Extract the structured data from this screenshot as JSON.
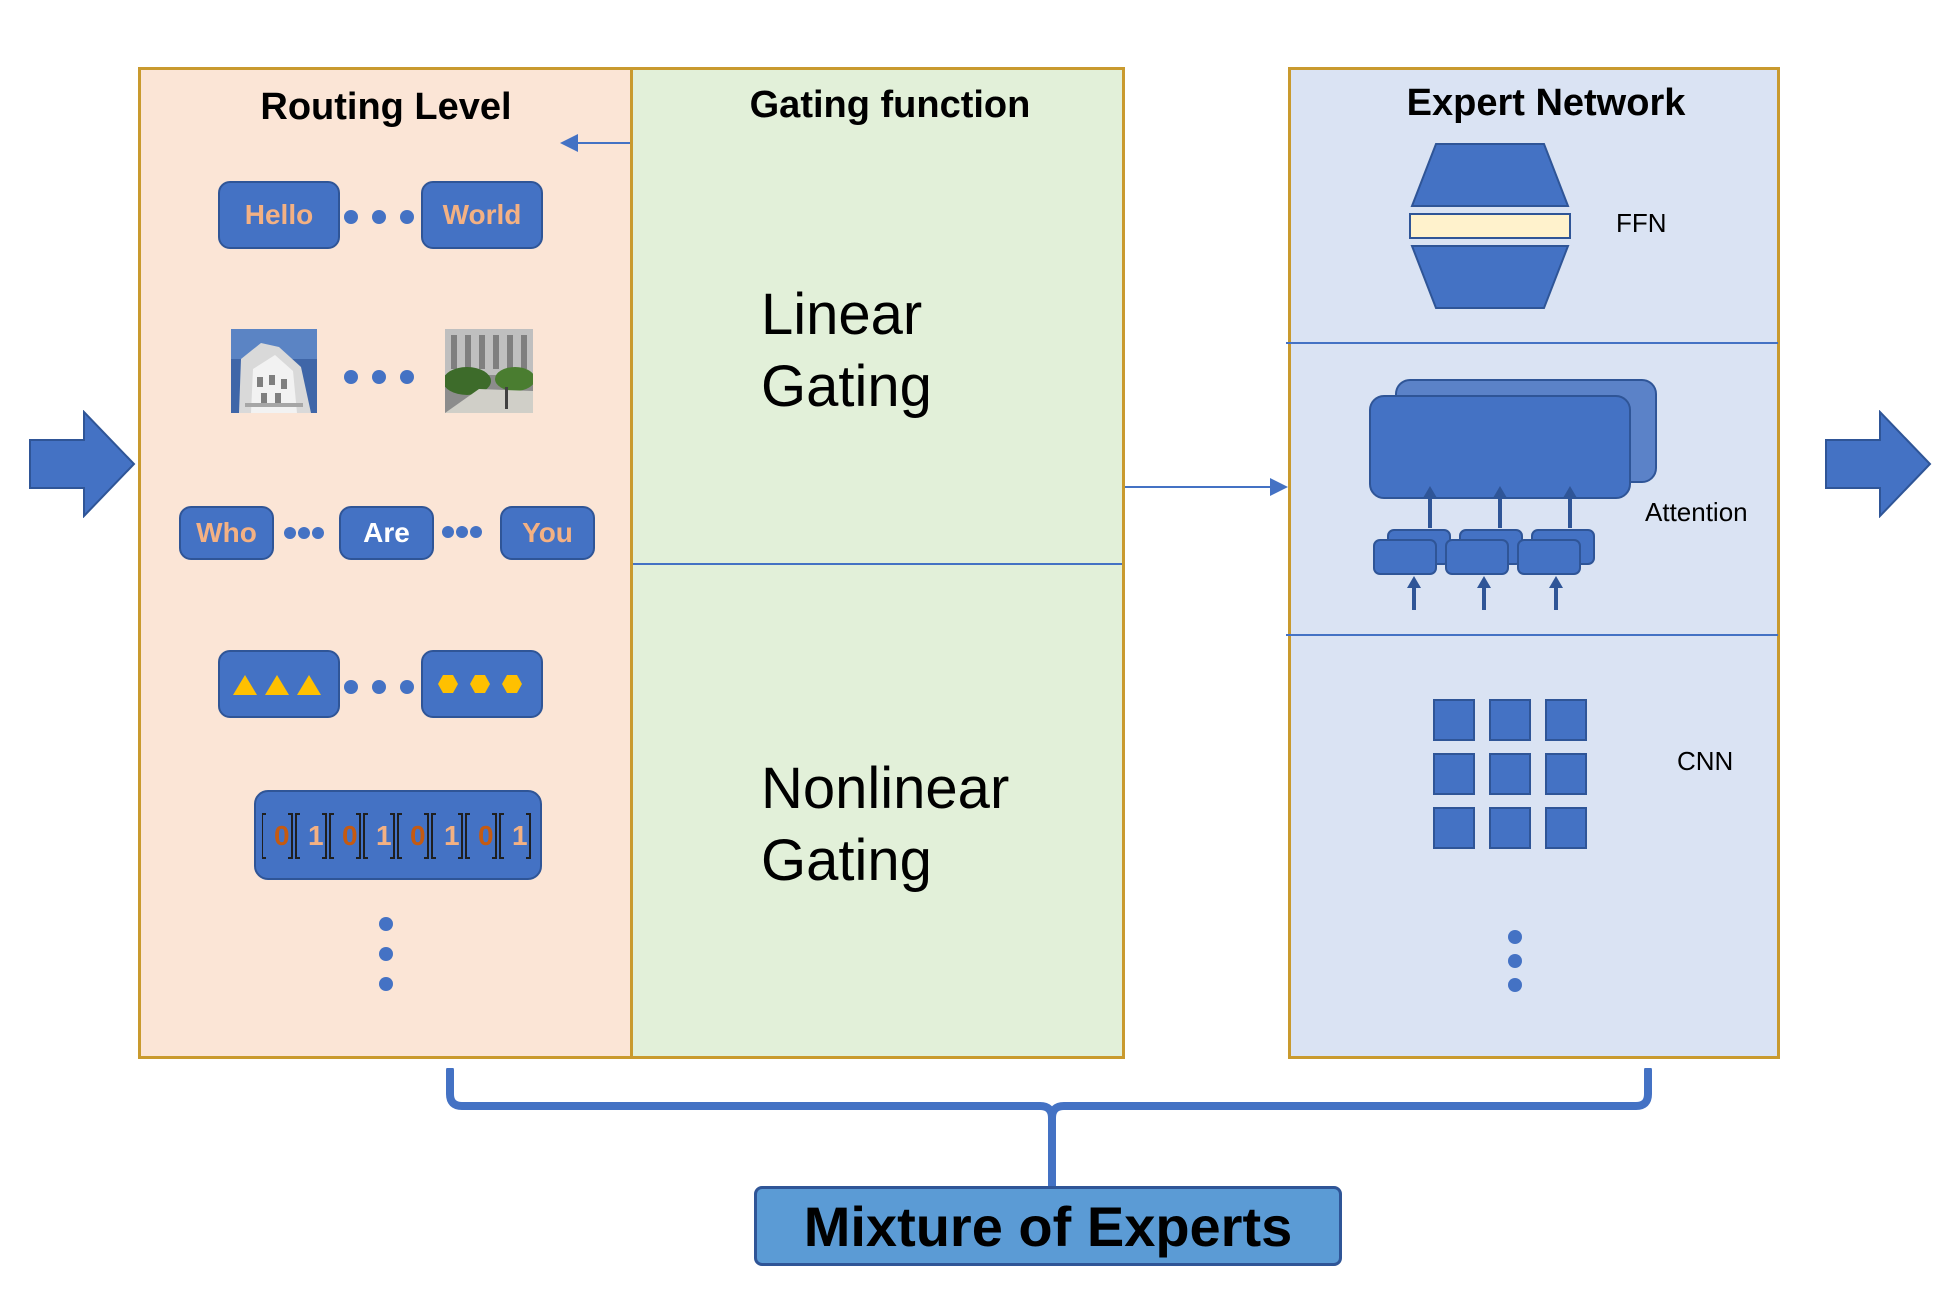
{
  "routing": {
    "title": "Routing Level",
    "text_row1": [
      "Hello",
      "World"
    ],
    "text_row2": [
      "Who",
      "Are",
      "You"
    ],
    "bits": [
      "0",
      "1",
      "0",
      "1",
      "0",
      "1",
      "0",
      "1"
    ]
  },
  "gating": {
    "title": "Gating function",
    "linear_line1": "Linear",
    "linear_line2": "Gating",
    "nonlinear_line1": "Nonlinear",
    "nonlinear_line2": "Gating"
  },
  "experts": {
    "title": "Expert Network",
    "ffn_label": "FFN",
    "attention_label": "Attention",
    "cnn_label": "CNN"
  },
  "footer": {
    "label": "Mixture of Experts"
  },
  "colors": {
    "routing_bg": "#fbe5d6",
    "gating_bg": "#e2f0d9",
    "expert_bg": "#dae3f3",
    "accent_blue": "#4472c4",
    "panel_border": "#c99a2e",
    "token_text": "#f4b183",
    "shape_yellow": "#ffc000",
    "bit_orange": "#c55a11",
    "footer_bg": "#5b9bd5"
  }
}
